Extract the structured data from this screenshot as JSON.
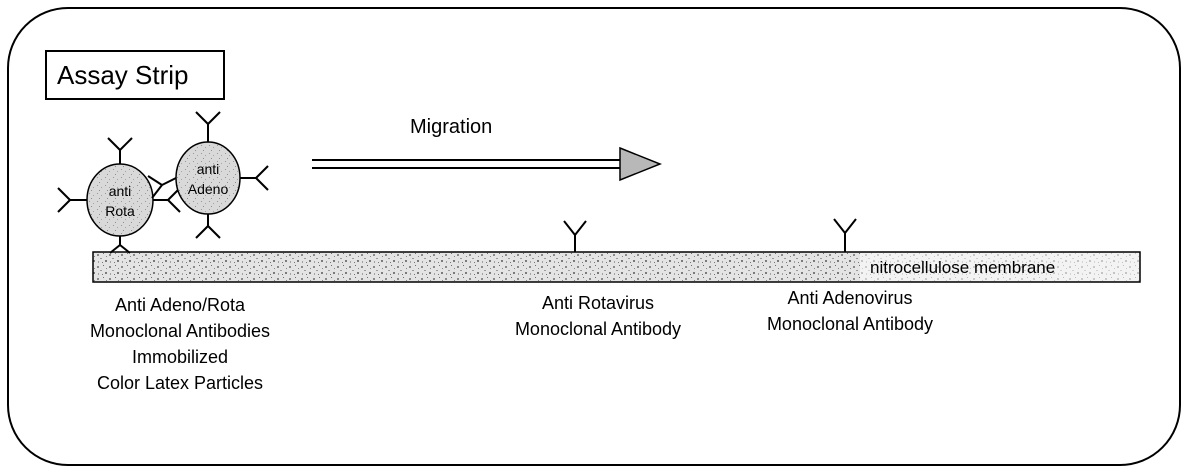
{
  "title": "Assay Strip",
  "migration_label": "Migration",
  "membrane_label": "nitrocellulose membrane",
  "beads": {
    "rota": {
      "line1": "anti",
      "line2": "Rota"
    },
    "adeno": {
      "line1": "anti",
      "line2": "Adeno"
    }
  },
  "labels": {
    "conjugate": [
      "Anti Adeno/Rota",
      "Monoclonal Antibodies",
      "Immobilized",
      "Color Latex Particles"
    ],
    "rotavirus": [
      "Anti Rotavirus",
      "Monoclonal Antibody"
    ],
    "adenovirus": [
      "Anti Adenovirus",
      "Monoclonal Antibody"
    ]
  },
  "colors": {
    "frame": "#000000",
    "bead_fill": "#d4d4d4",
    "membrane_fill": "#cfcfcf",
    "arrow_head": "#b0b0b0"
  }
}
